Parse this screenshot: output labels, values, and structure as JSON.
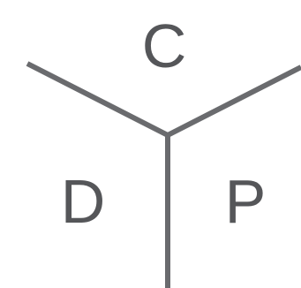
{
  "labels": {
    "top": "C",
    "left": "D",
    "right": "P"
  },
  "colors": {
    "line": "#6a6b6e",
    "text": "#555659",
    "background": "#ffffff"
  }
}
